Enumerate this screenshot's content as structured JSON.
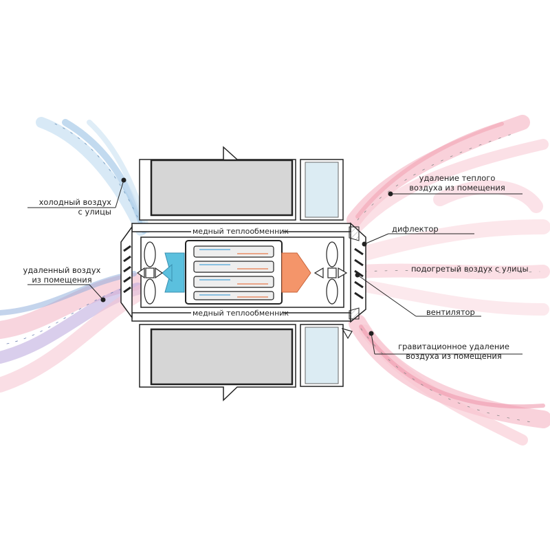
{
  "labels": {
    "cold_air_line1": "холодный воздух",
    "cold_air_line2": "с улицы",
    "exhaust_air_line1": "удаленный воздух",
    "exhaust_air_line2": "из помещения",
    "warm_exhaust_line1": "удаление теплого",
    "warm_exhaust_line2": "воздуха из помещения",
    "deflector": "дифлектор",
    "heated_supply": "подогретый воздух с улицы",
    "fan": "вентилятор",
    "gravity_line1": "гравитационное удаление",
    "gravity_line2": "воздуха из помещения",
    "copper_top": "медный теплообменник",
    "copper_bottom": "медный теплообменник"
  },
  "colors": {
    "cold": "#5bc0de",
    "warm": "#f4956a",
    "wall": "#d6d6d6",
    "glass": "#dcecf3",
    "outline": "#222222"
  }
}
